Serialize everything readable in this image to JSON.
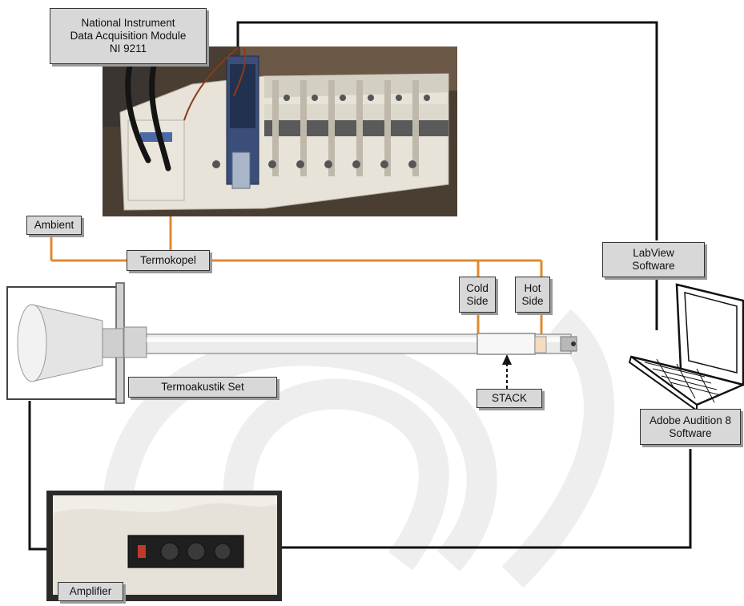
{
  "labels": {
    "ni_module": [
      "National Instrument",
      "Data Acquisition Module",
      "NI 9211"
    ],
    "ambient": "Ambient",
    "termokopel": "Termokopel",
    "cold_side": [
      "Cold",
      "Side"
    ],
    "hot_side": [
      "Hot",
      "Side"
    ],
    "termoakustik_set": "Termoakustik Set",
    "stack": "STACK",
    "labview": [
      "LabView",
      "Software"
    ],
    "adobe_audition": [
      "Adobe Audition 8",
      "Software"
    ],
    "amplifier": "Amplifier"
  },
  "colors": {
    "thermocouple_wire": "#e08a2e",
    "signal_wire": "#111111",
    "label_fill": "#d8d8d8",
    "watermark": "#eeeeee"
  },
  "icons": {
    "daq": "data-acquisition-module-photo",
    "speaker": "loudspeaker-icon",
    "tube": "resonator-tube-icon",
    "laptop": "laptop-icon",
    "amplifier": "amplifier-photo"
  }
}
